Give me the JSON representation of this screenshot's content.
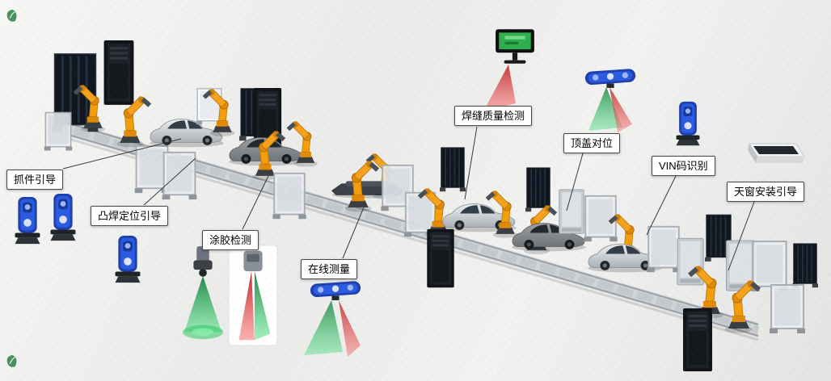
{
  "diagram": {
    "kind": "automotive-body-line-vision-stations"
  },
  "labels": [
    {
      "id": "grab-guidance",
      "text": "抓件引导"
    },
    {
      "id": "projection-weld-position-guidance",
      "text": "凸焊定位引导"
    },
    {
      "id": "glue-inspection",
      "text": "涂胶检测"
    },
    {
      "id": "inline-measurement",
      "text": "在线测量"
    },
    {
      "id": "weld-seam-quality-inspection",
      "text": "焊缝质量检测"
    },
    {
      "id": "roof-alignment",
      "text": "顶盖对位"
    },
    {
      "id": "vin-code-recognition",
      "text": "VIN码识别"
    },
    {
      "id": "sunroof-install-guidance",
      "text": "天窗安装引导"
    }
  ],
  "colors": {
    "sensor_blue": "#2b5be0",
    "robot_orange": "#f59e0b",
    "laser_green": "#22c55e",
    "laser_red": "#dc2626",
    "label_bg": "#ffffff",
    "label_border": "#4a4a4a",
    "fence_dark": "#10161f",
    "cabinet_dark": "#101317",
    "car_silver": "#c9ced3"
  },
  "icons": [
    {
      "name": "vision-sensor",
      "shape": "blue-rounded-scanner"
    },
    {
      "name": "robot-arm",
      "shape": "orange-articulated-arm"
    },
    {
      "name": "car-body",
      "shape": "silver-sedan-silhouette"
    },
    {
      "name": "car-underbody",
      "shape": "dark-chassis-platform"
    },
    {
      "name": "safety-fence-dark",
      "shape": "dark-slatted-panel"
    },
    {
      "name": "safety-fence-light",
      "shape": "light-framed-panel"
    },
    {
      "name": "control-cabinet",
      "shape": "dark-server-cabinet"
    },
    {
      "name": "monitor-screen",
      "shape": "green-display-on-stand"
    },
    {
      "name": "laser-cone-green",
      "shape": "green-projection-triangle"
    },
    {
      "name": "laser-cone-red",
      "shape": "red-projection-triangle"
    },
    {
      "name": "sunroof-module",
      "shape": "white-frame-dark-glass"
    },
    {
      "name": "conveyor-line",
      "shape": "diagonal-rail-band"
    }
  ]
}
